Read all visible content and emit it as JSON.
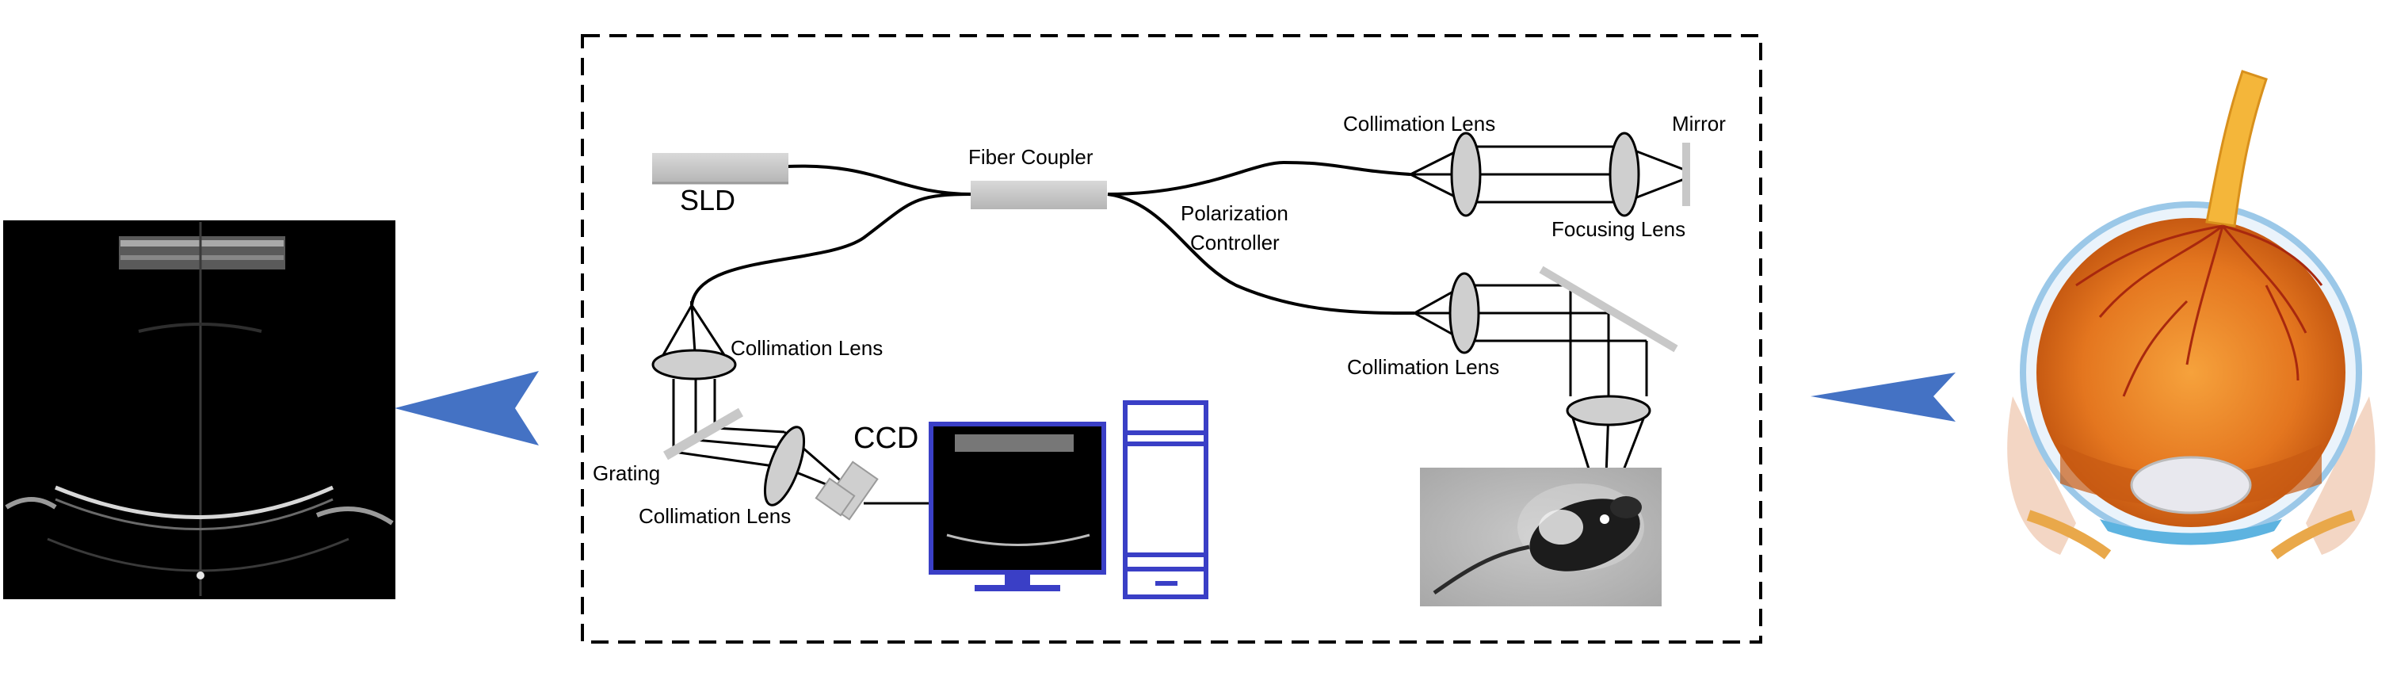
{
  "labels": {
    "sld": "SLD",
    "fiber_coupler": "Fiber Coupler",
    "collimation_lens_ref": "Collimation Lens",
    "mirror": "Mirror",
    "focusing_lens": "Focusing Lens",
    "polarization": "Polarization",
    "controller": "Controller",
    "collimation_lens_sample": "Collimation Lens",
    "collimation_lens_spec_top": "Collimation Lens",
    "grating": "Grating",
    "collimation_lens_spec_bottom": "Collimation Lens",
    "ccd": "CCD"
  },
  "colors": {
    "arrow": "#4472c4",
    "computer": "#3a3fc6",
    "component_gray": "#c8c8c8",
    "lens_fill": "#cfcfcf",
    "frame": "#000000"
  }
}
